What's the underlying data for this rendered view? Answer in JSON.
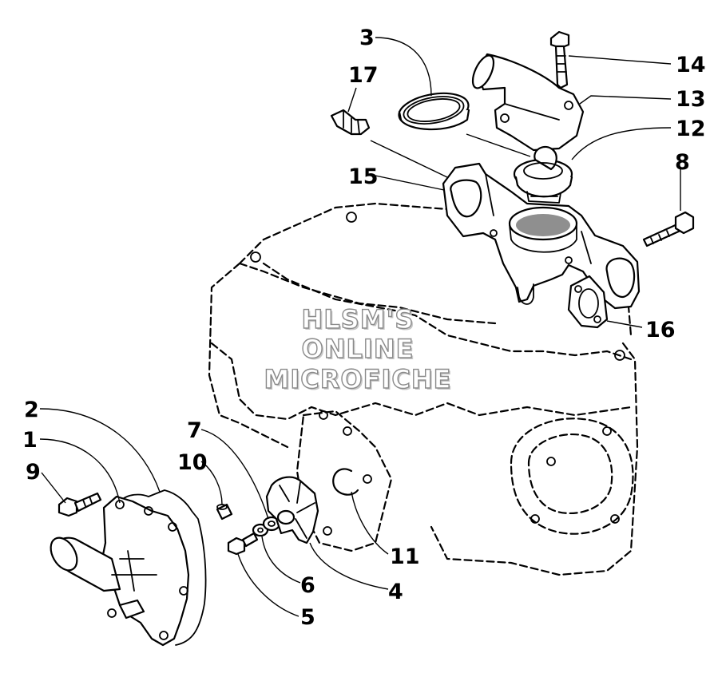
{
  "watermark": {
    "line1": "HLSM'S",
    "line2": "ONLINE",
    "line3": "MICROFICHE"
  },
  "callouts": [
    {
      "id": "c1",
      "label": "1"
    },
    {
      "id": "c2",
      "label": "2"
    },
    {
      "id": "c3",
      "label": "3"
    },
    {
      "id": "c4",
      "label": "4"
    },
    {
      "id": "c5",
      "label": "5"
    },
    {
      "id": "c6",
      "label": "6"
    },
    {
      "id": "c7",
      "label": "7"
    },
    {
      "id": "c8",
      "label": "8"
    },
    {
      "id": "c9",
      "label": "9"
    },
    {
      "id": "c10",
      "label": "10"
    },
    {
      "id": "c11",
      "label": "11"
    },
    {
      "id": "c12",
      "label": "12"
    },
    {
      "id": "c13",
      "label": "13"
    },
    {
      "id": "c14",
      "label": "14"
    },
    {
      "id": "c15",
      "label": "15"
    },
    {
      "id": "c16",
      "label": "16"
    },
    {
      "id": "c17",
      "label": "17"
    }
  ]
}
